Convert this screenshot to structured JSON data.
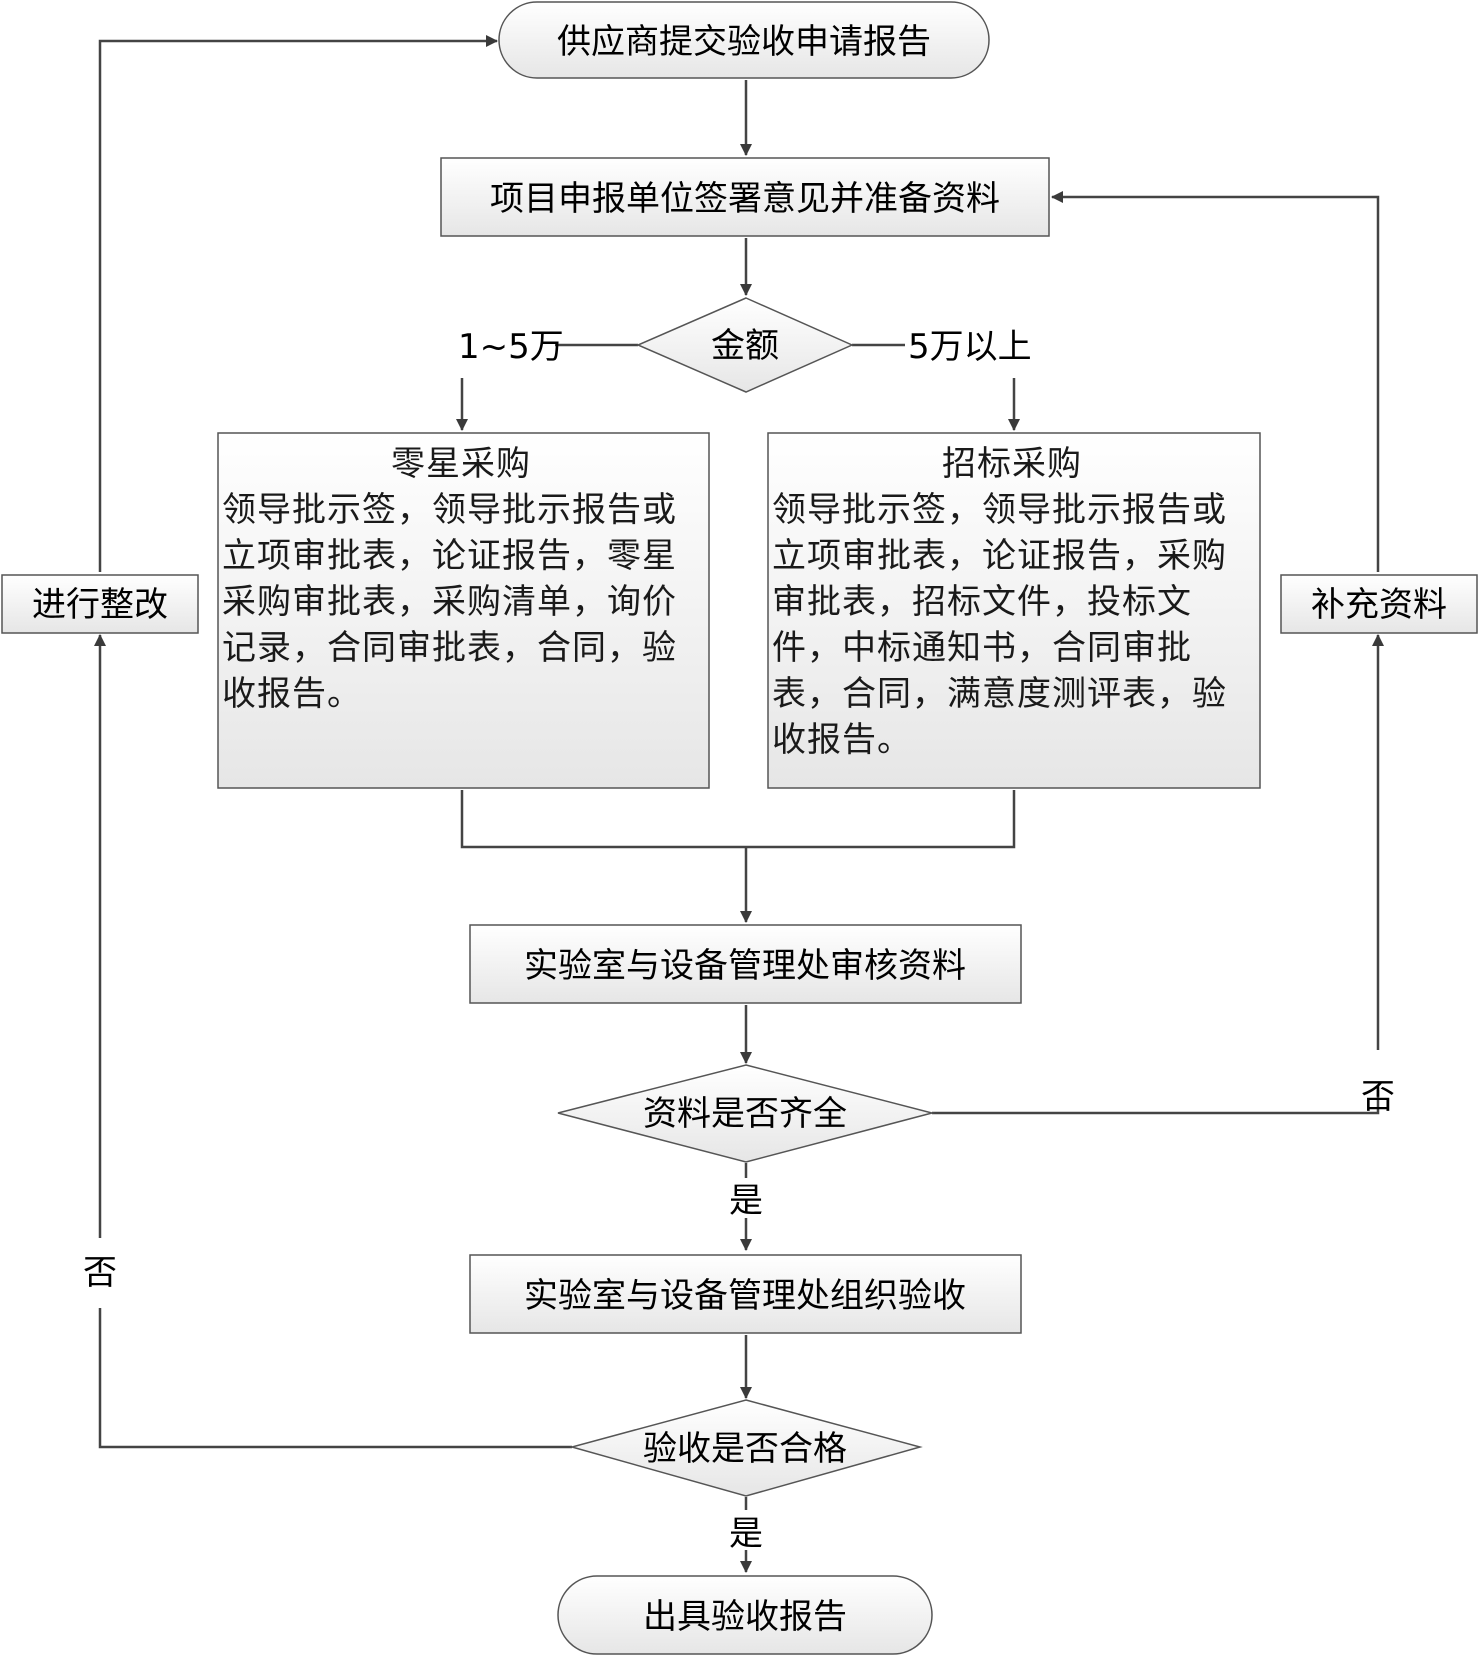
{
  "nodes": {
    "submit": "供应商提交验收申请报告",
    "unit_sign": "项目申报单位签署意见并准备资料",
    "amount": "金额",
    "small_title": "零星采购",
    "small_body": "领导批示签，领导批示报告或立项审批表，论证报告，零星采购审批表，采购清单，询价记录，合同审批表，合同，验收报告。",
    "tender_title": "招标采购",
    "tender_body": "领导批示签，领导批示报告或立项审批表，论证报告，采购审批表，招标文件，投标文件，中标通知书，合同审批表，合同，满意度测评表，验收报告。",
    "review": "实验室与设备管理处审核资料",
    "complete_q": "资料是否齐全",
    "organize": "实验室与设备管理处组织验收",
    "pass_q": "验收是否合格",
    "issue": "出具验收报告",
    "rectify": "进行整改",
    "supplement": "补充资料"
  },
  "labels": {
    "range_small": "1~5万",
    "range_large": "5万以上",
    "yes1": "是",
    "yes2": "是",
    "no_right": "否",
    "no_left": "否"
  }
}
